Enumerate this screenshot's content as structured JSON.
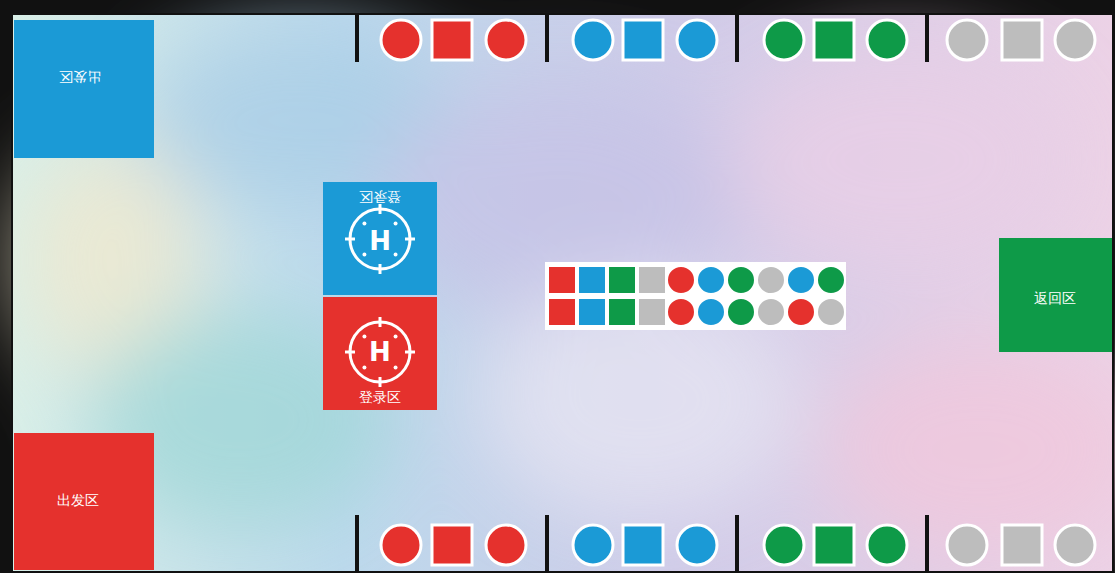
{
  "diagram": {
    "nodes": [
      {
        "text": [
          "出发区"
        ]
      },
      {
        "text": [
          "登录区",
          "H"
        ]
      },
      {
        "text": [
          "返回区"
        ]
      },
      {
        "text": [
          "H",
          "登录区"
        ]
      },
      {
        "text": [
          "出发区"
        ]
      }
    ]
  }
}
